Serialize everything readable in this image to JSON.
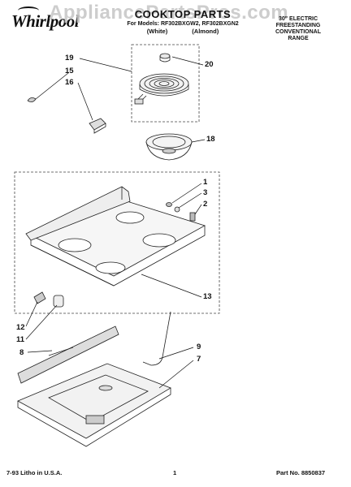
{
  "header": {
    "brand": "Whirlpool",
    "watermark": "AppliancePartsPros.com",
    "title": "COOKTOP PARTS",
    "model_line": "For Models: RF302BXGW2, RF302BXGN2",
    "variants": "(White) (Almond)",
    "range_desc": [
      "30\" ELECTRIC",
      "FREESTANDING",
      "CONVENTIONAL",
      "RANGE"
    ]
  },
  "callouts": {
    "c1": "1",
    "c2": "2",
    "c3": "3",
    "c7": "7",
    "c8": "8",
    "c9": "9",
    "c11": "11",
    "c12": "12",
    "c13": "13",
    "c15": "15",
    "c16": "16",
    "c18": "18",
    "c19": "19",
    "c20": "20"
  },
  "footer": {
    "litho": "7-93 Litho in U.S.A.",
    "page": "1",
    "part_no": "Part No. 8850837"
  }
}
